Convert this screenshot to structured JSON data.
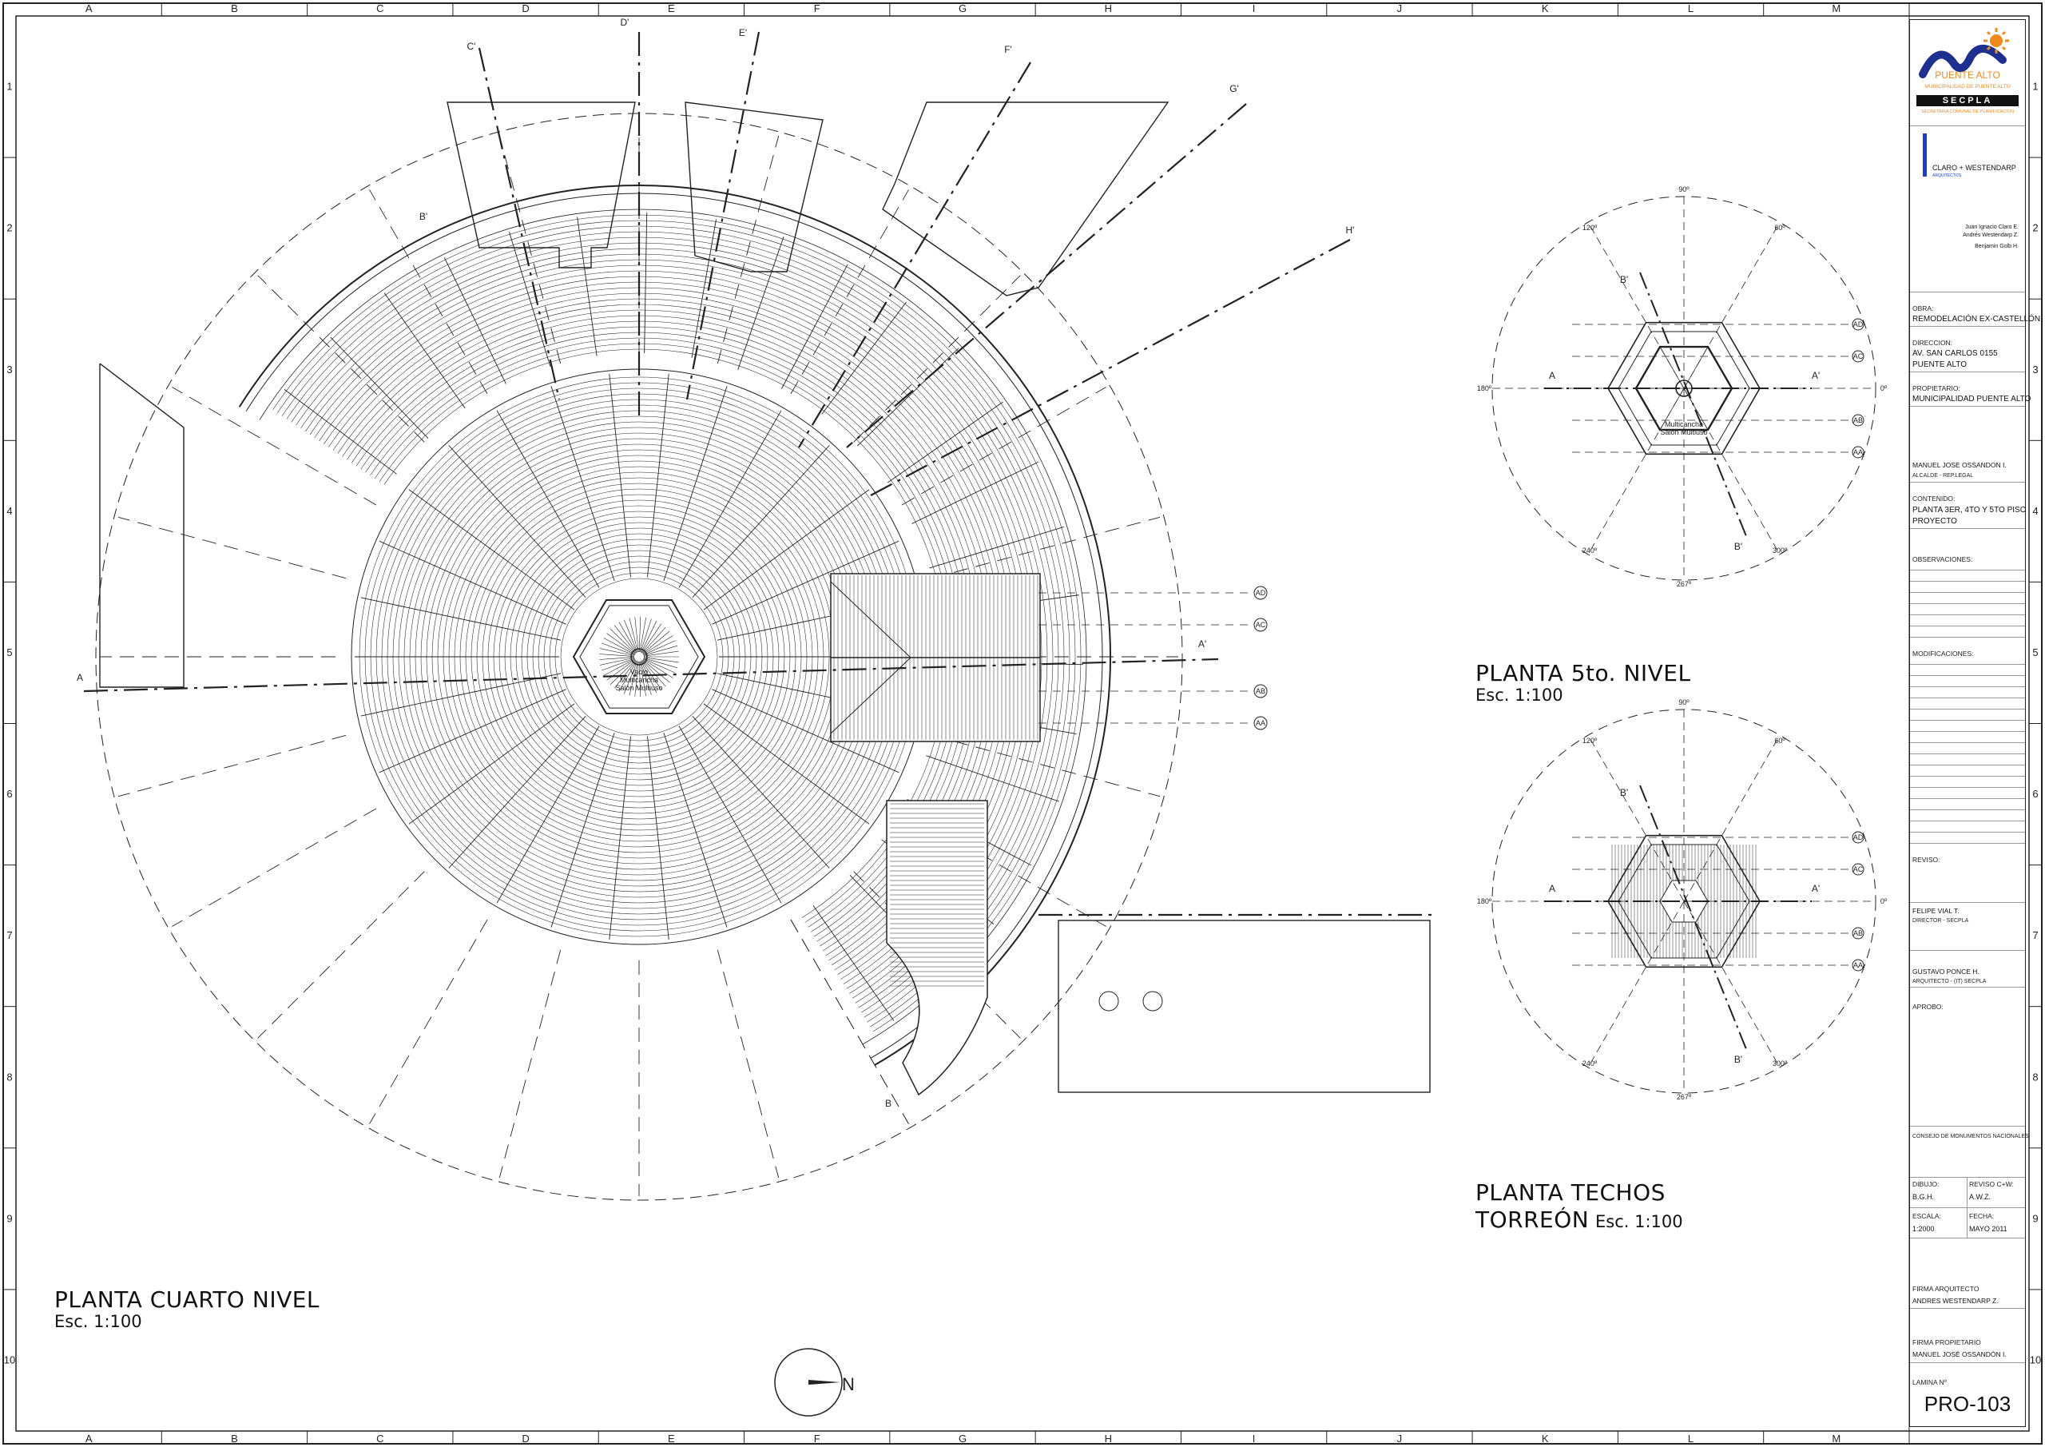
{
  "sheet": {
    "grid_columns": [
      "A",
      "B",
      "C",
      "D",
      "E",
      "F",
      "G",
      "H",
      "I",
      "J",
      "K",
      "L",
      "M"
    ],
    "grid_rows": [
      "1",
      "2",
      "3",
      "4",
      "5",
      "6",
      "7",
      "8",
      "9",
      "10"
    ]
  },
  "plans": {
    "main": {
      "title": "PLANTA CUARTO NIVEL",
      "scale": "Esc. 1:100"
    },
    "fifth": {
      "title": "PLANTA 5to.  NIVEL",
      "scale": "Esc. 1:100"
    },
    "roof": {
      "title_line1": "PLANTA TECHOS",
      "title_line2": "TORREÓN",
      "scale": "Esc. 1:100"
    }
  },
  "north_label": "N",
  "grid_axes": {
    "right_refs": [
      "AD",
      "AC",
      "AB",
      "AA"
    ],
    "section_marks": [
      "A",
      "A'",
      "B",
      "B'",
      "C'",
      "D'",
      "E'",
      "F'",
      "G'",
      "H'"
    ]
  },
  "hex_labels": {
    "main_center_1": "Vacío",
    "main_center_2": "Multicancha",
    "main_center_3": "Salón Multiuso",
    "fifth_center_1": "Multicancha",
    "fifth_center_2": "Salón Multiuso"
  },
  "small_plan_angles": {
    "top": "90º",
    "top_left": "120º",
    "top_right": "60º",
    "left": "180º",
    "right": "0º",
    "bottom_left": "240º",
    "bottom": "267º",
    "bottom_right": "300º"
  },
  "titleblock": {
    "municipality": "PUENTE ALTO",
    "municipality_sub": "MUNICIPALIDAD DE PUENTE ALTO",
    "secpla": "SECPLA",
    "secpla_sub": "SECRETARIA COMUNAL DE PLANIFICACION",
    "architects": "CLARO + WESTENDARP",
    "architects_sub": "ARQUITECTOS",
    "architect_names_1": "Juan Ignacio Claro E.",
    "architect_names_2": "Andrés Westendarp Z.",
    "architect_names_3": "Benjamin Golb H.",
    "obra_label": "OBRA:",
    "obra_value": "REMODELACIÓN EX-CASTELLÓN",
    "direccion_label": "DIRECCION:",
    "direccion_value_1": "AV. SAN CARLOS 0155",
    "direccion_value_2": "PUENTE ALTO",
    "propietario_label": "PROPIETARIO:",
    "propietario_value": "MUNICIPALIDAD PUENTE ALTO",
    "representante": "MANUEL JOSE OSSANDON I.",
    "representante_role": "ALCALDE - REP.LEGAL",
    "contenido_label": "CONTENIDO:",
    "contenido_value_1": "PLANTA 3ER, 4TO Y 5TO PISO",
    "contenido_value_2": "PROYECTO",
    "observaciones_label": "OBSERVACIONES:",
    "modificaciones_label": "MODIFICACIONES:",
    "reviso_label": "REVISO:",
    "reviso_1": "FELIPE VIAL T.",
    "reviso_1_role": "DIRECTOR - SECPLA",
    "reviso_2": "GUSTAVO PONCE H.",
    "reviso_2_role": "ARQUITECTO - (IT) SECPLA",
    "aprobo_label": "APROBO:",
    "consejo": "CONSEJO DE MONUMENTOS NACIONALES",
    "dibujo_label": "DIBUJO:",
    "dibujo_value": "B.G.H.",
    "reviso_cw_label": "REVISO C+W:",
    "reviso_cw_value": "A.W.Z.",
    "escala_label": "ESCALA:",
    "escala_value": "1:2000",
    "fecha_label": "FECHA:",
    "fecha_value": "MAYO 2011",
    "firma_arq_label": "FIRMA ARQUITECTO",
    "firma_arq_value": "ANDRES WESTENDARP Z.",
    "firma_prop_label": "FIRMA PROPIETARIO",
    "firma_prop_value": "MANUEL  JOSÉ OSSANDÓN I.",
    "lamina_label": "LAMINA Nº",
    "lamina_value": "PRO-103"
  },
  "colors": {
    "muni_blue": "#1d2f8f",
    "muni_orange": "#f08a1c",
    "secpla_black": "#111111",
    "cw_blue": "#1a3fd0",
    "linework": "#222222"
  }
}
